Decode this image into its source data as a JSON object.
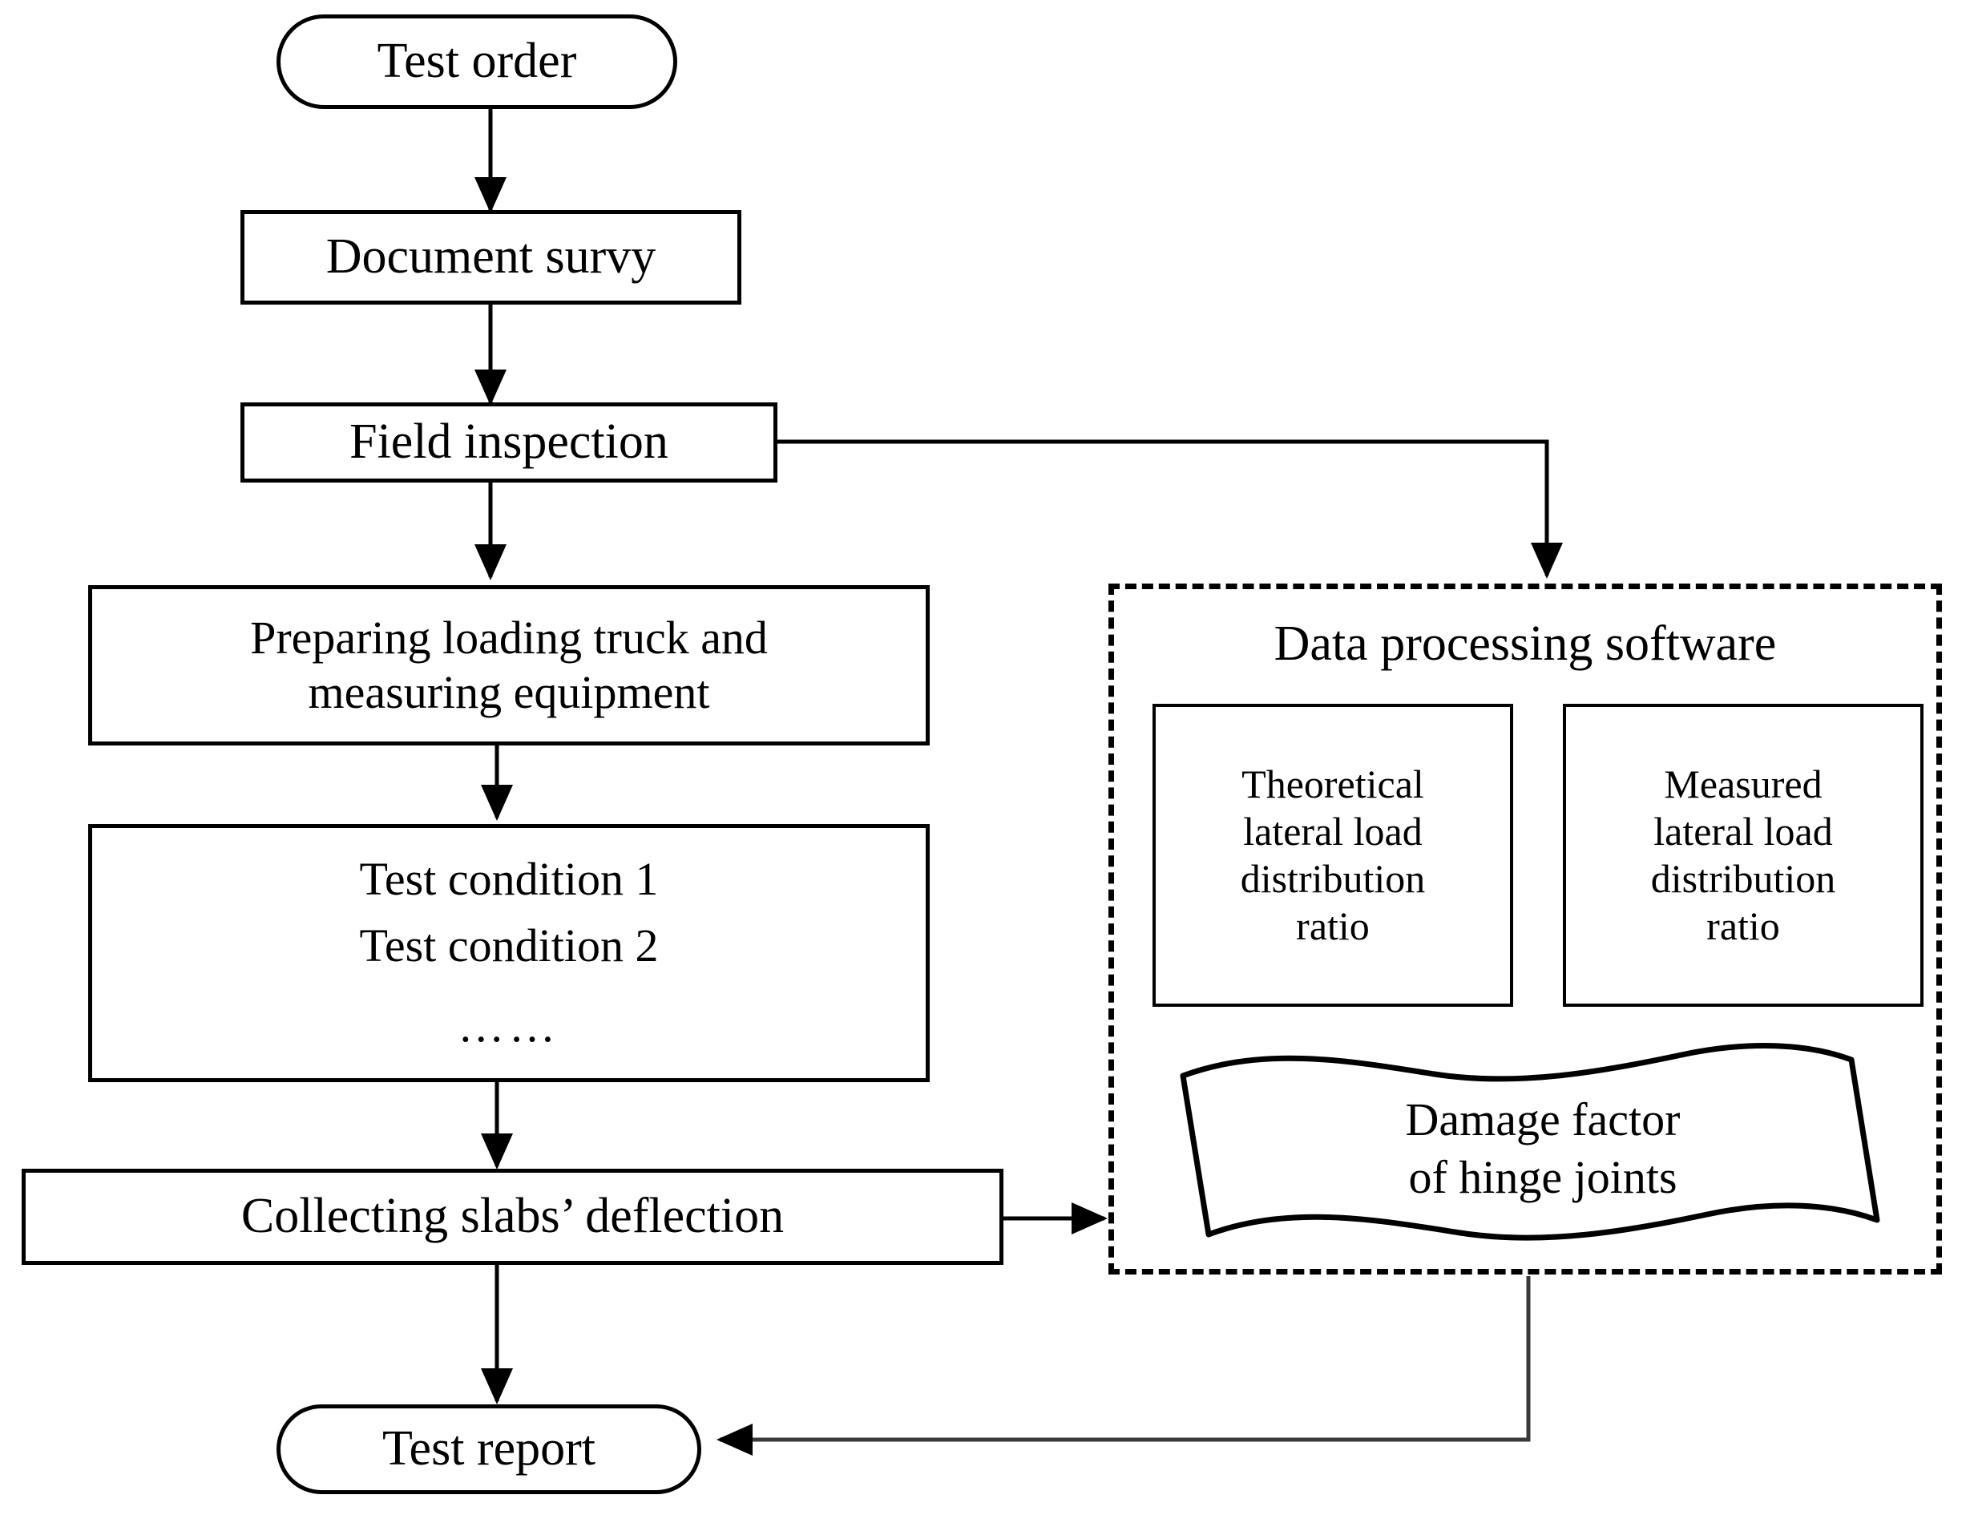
{
  "diagram": {
    "title": "Bridge load test workflow flowchart",
    "colors": {
      "stroke": "#000000",
      "background": "#ffffff",
      "connector": "#1a1a1a"
    },
    "nodes": {
      "test_order": {
        "label": "Test order",
        "shape": "terminator"
      },
      "document_survey": {
        "label": "Document survy",
        "shape": "process"
      },
      "field_inspection": {
        "label": "Field inspection",
        "shape": "process"
      },
      "preparing": {
        "shape": "process",
        "line1": "Preparing loading truck and",
        "line2": "measuring equipment"
      },
      "test_conditions": {
        "shape": "process",
        "line1": "Test condition 1",
        "line2": "Test condition 2",
        "line3": "……"
      },
      "collecting": {
        "label": "Collecting slabs’ deflection",
        "shape": "process"
      },
      "test_report": {
        "label": "Test report",
        "shape": "terminator"
      }
    },
    "software_group": {
      "title": "Data processing software",
      "border_style": "dashed",
      "boxes": [
        {
          "line1": "Theoretical",
          "line2": "lateral load",
          "line3": "distribution",
          "line4": "ratio"
        },
        {
          "line1": "Measured",
          "line2": "lateral load",
          "line3": "distribution",
          "line4": "ratio"
        }
      ],
      "document": {
        "shape": "wavy-document",
        "line1": "Damage factor",
        "line2": "of hinge joints"
      }
    },
    "connectors": [
      {
        "from": "test_order",
        "to": "document_survey",
        "kind": "arrow-down"
      },
      {
        "from": "document_survey",
        "to": "field_inspection",
        "kind": "arrow-down"
      },
      {
        "from": "field_inspection",
        "to": "preparing",
        "kind": "arrow-down"
      },
      {
        "from": "preparing",
        "to": "test_conditions",
        "kind": "arrow-down"
      },
      {
        "from": "test_conditions",
        "to": "collecting",
        "kind": "arrow-down"
      },
      {
        "from": "collecting",
        "to": "test_report",
        "kind": "arrow-down"
      },
      {
        "from": "field_inspection",
        "to": "software_group",
        "kind": "elbow-right-down-arrow"
      },
      {
        "from": "collecting",
        "to": "software_group",
        "kind": "arrow-right"
      },
      {
        "from": "software_group",
        "to": "test_report",
        "kind": "elbow-down-left-arrow"
      }
    ]
  }
}
